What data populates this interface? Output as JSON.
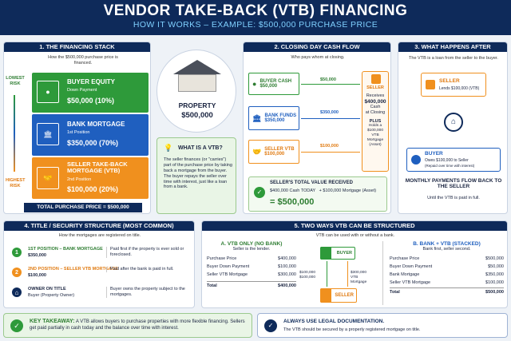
{
  "header": {
    "title": "VENDOR TAKE-BACK (VTB) FINANCING",
    "subtitle": "HOW IT WORKS – EXAMPLE: $500,000 PURCHASE PRICE"
  },
  "stack": {
    "title": "1. THE FINANCING STACK",
    "intro": "How the $500,000 purchase price is financed.",
    "lowest": "LOWEST RISK",
    "highest": "HIGHEST RISK",
    "equity": {
      "title": "BUYER EQUITY",
      "sub": "Down Payment",
      "amt": "$50,000 (10%)"
    },
    "bank": {
      "title": "BANK MORTGAGE",
      "sub": "1st Position",
      "amt": "$350,000 (70%)"
    },
    "vtb": {
      "title": "SELLER TAKE-BACK MORTGAGE (VTB)",
      "sub": "2nd Position",
      "amt": "$100,000 (20%)"
    },
    "total": "TOTAL PURCHASE PRICE = $500,000"
  },
  "property": {
    "label": "PROPERTY",
    "value": "$500,000"
  },
  "whatis": {
    "title": "WHAT IS A VTB?",
    "body": "The seller finances (or \"carries\") part of the purchase price by taking back a mortgage from the buyer. The buyer repays the seller over time with interest, just like a loan from a bank."
  },
  "closing": {
    "title": "2. CLOSING DAY CASH FLOW",
    "intro": "Who pays whom at closing.",
    "buyer_cash": {
      "label": "BUYER CASH",
      "amt": "$50,000",
      "flow": "$50,000"
    },
    "bank_funds": {
      "label": "BANK FUNDS",
      "amt": "$350,000",
      "flow": "$350,000"
    },
    "seller_vtb": {
      "label": "SELLER VTB",
      "amt": "$100,000",
      "flow": "$100,000"
    },
    "seller": {
      "label": "SELLER",
      "receives": "Receives",
      "amt": "$400,000",
      "cash": "Cash",
      "at": "at Closing",
      "plus": "PLUS",
      "holds": "Holds a $100,000 VTB Mortgage (Asset)"
    },
    "total": {
      "title": "SELLER'S TOTAL VALUE RECEIVED",
      "line": "$400,000 Cash TODAY   + $100,000 Mortgage (Asset)",
      "eq": "= $500,000"
    }
  },
  "after": {
    "title": "3. WHAT HAPPENS AFTER CLOSING?",
    "intro": "The VTB is a loan from the seller to the buyer.",
    "seller": "SELLER",
    "lends": "Lends $100,000 (VTB)",
    "buyer": "BUYER",
    "owes": "Owes $100,000 to Seller",
    "repaid": "(Repaid over time with interest)",
    "monthly": "MONTHLY PAYMENTS FLOW BACK TO THE SELLER",
    "until": "Until the VTB is paid in full."
  },
  "title_sec": {
    "title": "4. TITLE / SECURITY STRUCTURE (MOST COMMON)",
    "intro": "How the mortgages are registered on title.",
    "items": [
      {
        "n": "1",
        "label": "1ST POSITION – BANK MORTGAGE",
        "amt": "$350,000",
        "note": "Paid first if the property is ever sold or foreclosed."
      },
      {
        "n": "2",
        "label": "2ND POSITION – SELLER VTB MORTGAGE",
        "amt": "$100,000",
        "note": "Paid after the bank is paid in full."
      },
      {
        "n": "",
        "label": "OWNER ON TITLE",
        "amt": "Buyer (Property Owner)",
        "note": "Buyer owns the property subject to the mortgages."
      }
    ]
  },
  "ways": {
    "title": "5. TWO WAYS VTB CAN BE STRUCTURED",
    "intro": "VTB can be used with or without a bank.",
    "a": {
      "title": "A. VTB ONLY (NO BANK)",
      "sub": "Seller is the lender.",
      "rows": [
        [
          "Purchase Price",
          "$400,000"
        ],
        [
          "Buyer Down Payment",
          "$100,000"
        ],
        [
          "Seller VTB Mortgage",
          "$300,000"
        ]
      ],
      "total": [
        "Total",
        "$400,000"
      ]
    },
    "flow": {
      "buyer": "BUYER",
      "seller": "SELLER",
      "left": "$100,000",
      "left2": "$100,000",
      "right": "$300,000",
      "right2": "VTB Mortgage"
    },
    "b": {
      "title": "B. BANK + VTB (STACKED)",
      "sub": "Bank first, seller second.",
      "rows": [
        [
          "Purchase Price",
          "$500,000"
        ],
        [
          "Buyer Down Payment",
          "$50,000"
        ],
        [
          "Bank Mortgage",
          "$350,000"
        ],
        [
          "Seller VTB Mortgage",
          "$100,000"
        ]
      ],
      "total": [
        "Total",
        "$500,000"
      ]
    }
  },
  "takeaway": {
    "title": "KEY TAKEAWAY:",
    "body": "A VTB allows buyers to purchase properties with more flexible financing. Sellers get paid partially in cash today and the balance over time with interest."
  },
  "legal": {
    "title": "ALWAYS USE LEGAL DOCUMENTATION.",
    "body": "The VTB should be secured by a properly registered mortgage on title."
  },
  "colors": {
    "navy": "#0e2a5a",
    "green": "#2e9a3a",
    "blue": "#1f5fbf",
    "orange": "#f0901e"
  }
}
